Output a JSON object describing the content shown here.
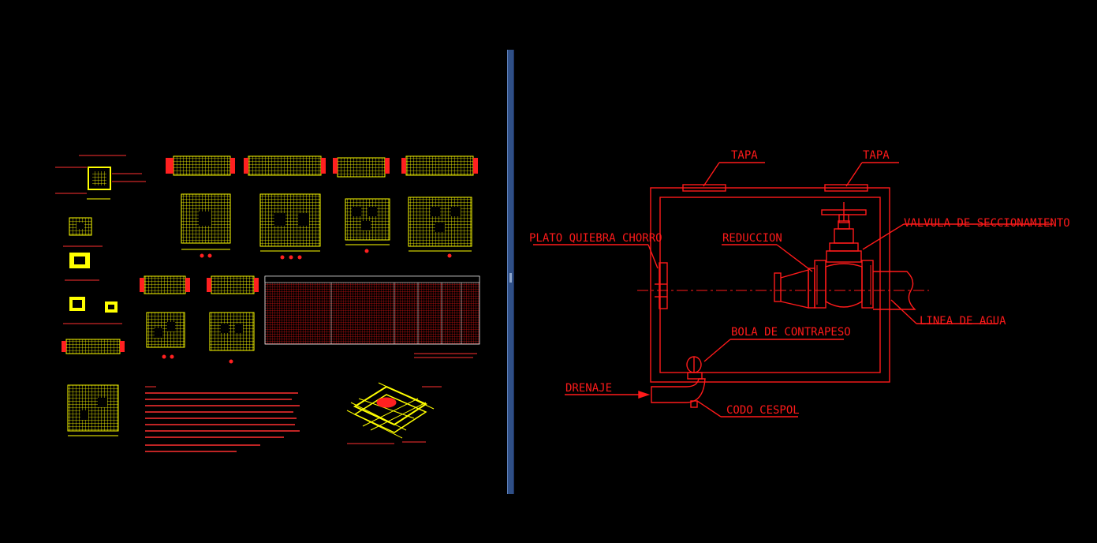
{
  "detail": {
    "tapa_left": "TAPA",
    "tapa_right": "TAPA",
    "valve": "VALVULA DE SECCIONAMIENTO",
    "plate": "PLATO QUIEBRA CHORRO",
    "reduction": "REDUCCION",
    "water_line": "LINEA DE AGUA",
    "counterweight": "BOLA DE CONTRAPESO",
    "drain": "DRENAJE",
    "elbow": "CODO CESPOL"
  },
  "colors": {
    "background": "#000000",
    "line": "#ff1a1a",
    "hatch": "#ffff00",
    "splitter": "#2f4f86"
  }
}
